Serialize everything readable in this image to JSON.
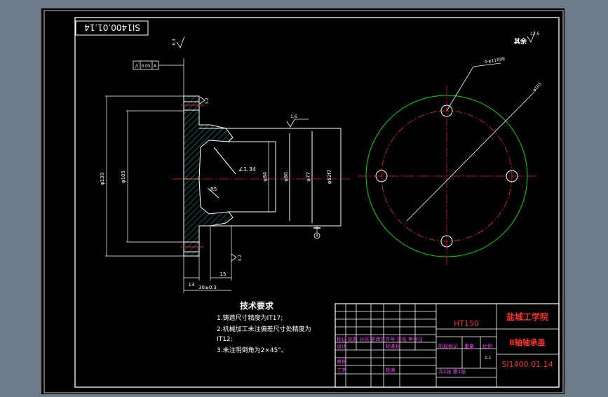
{
  "colors": {
    "background_outer": "#6d7a88",
    "paper": "#000000",
    "frame": "#ffffff",
    "geometry": "#ffffff",
    "hatch": "#00a0a0",
    "section_fill": "#0b5c5c",
    "center_line": "#ff2020",
    "outer_circle": "#00e000",
    "red_mark": "#ff0000",
    "title_block_line": "#ffffff",
    "title_block_magenta": "#ff44ff",
    "title_block_red_text": "#ff3030"
  },
  "rotated_label": "SI1400.01.14",
  "flatness_tol": {
    "symbol": "//",
    "value": "0.05",
    "datum": "A"
  },
  "roughness": {
    "top_left": "6.3",
    "flange_right": "3.2",
    "bore_top": "1.6",
    "flange_bottom": "3.2",
    "others_label": "其余",
    "others_value": "12.5"
  },
  "dimensions": {
    "flange_dia": "φ130",
    "body_dia": "φ105",
    "inner_small": "φ84",
    "inner_mid": "φ80",
    "inner_77": "φ77",
    "bore": "φ62f7",
    "chamfer": "∠1.34",
    "r_label": "R5",
    "len_13": "13",
    "len_15": "15",
    "total_len": "30±0.3",
    "holes_note": "4-φ11均布",
    "pcd": "φ105"
  },
  "datum_mark": "A",
  "tech_req": {
    "title": "技术要求",
    "items": [
      "1.铸造尺寸精度为IT17;",
      "2.机械加工未注偏差尺寸处精度为",
      "IT12;",
      "3.未注明倒角为2×45°。"
    ]
  },
  "title_block": {
    "material": "HT150",
    "school": "盐城工学院",
    "part_name": "Ⅱ轴轴承盖",
    "drawing_no": "SI1400.01.14",
    "rev_header": "标记 处数 分区 更改文件号 签名 年月日",
    "design": "设计",
    "standard": "标准化",
    "stage_mark": "阶段标记",
    "weight": "重量",
    "scale": "比例",
    "scale_value": "1:1",
    "review": "审核",
    "process": "工艺",
    "approve": "批准",
    "sheets": "共1张 第1张"
  }
}
